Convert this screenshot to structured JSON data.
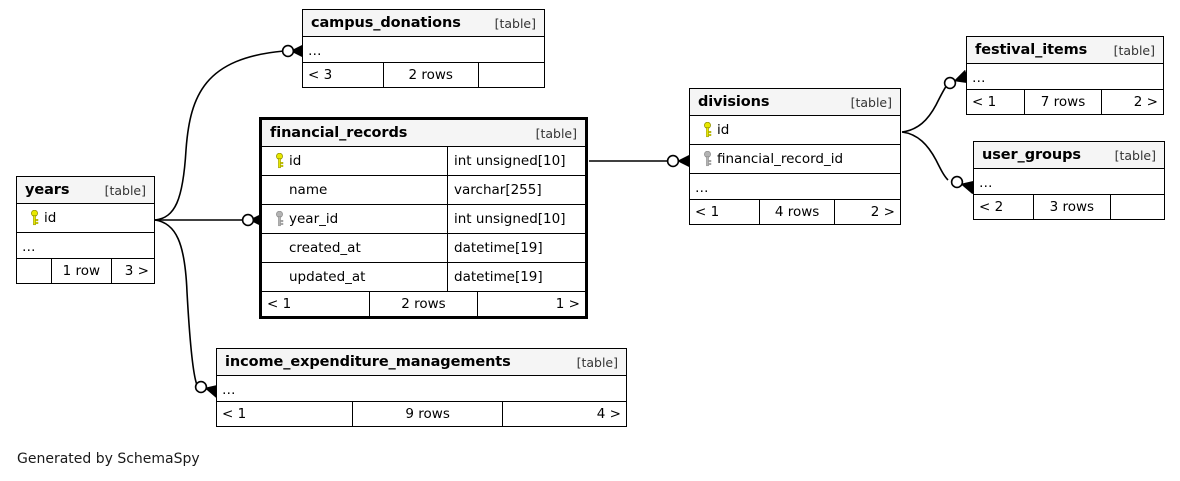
{
  "diagram": {
    "kind_label": "[table]",
    "ellipsis": "…",
    "caption": "Generated by SchemaSpy",
    "colors": {
      "primary_key": "#e8e800",
      "foreign_key": "#b3b3b3",
      "border": "#000000",
      "title_background": "#f5f5f5",
      "background": "#ffffff"
    }
  },
  "tables": {
    "campus_donations": {
      "name": "campus_donations",
      "kind": "[table]",
      "ellipsis": "…",
      "footer": {
        "left": "< 3",
        "middle": "2 rows",
        "right": ""
      }
    },
    "financial_records": {
      "name": "financial_records",
      "kind": "[table]",
      "columns": [
        {
          "key": "primary",
          "name": "id",
          "type": "int unsigned[10]"
        },
        {
          "key": "none",
          "name": "name",
          "type": "varchar[255]"
        },
        {
          "key": "foreign",
          "name": "year_id",
          "type": "int unsigned[10]"
        },
        {
          "key": "none",
          "name": "created_at",
          "type": "datetime[19]"
        },
        {
          "key": "none",
          "name": "updated_at",
          "type": "datetime[19]"
        }
      ],
      "footer": {
        "left": "< 1",
        "middle": "2 rows",
        "right": "1 >"
      }
    },
    "years": {
      "name": "years",
      "kind": "[table]",
      "columns": [
        {
          "key": "primary",
          "name": "id",
          "type": ""
        }
      ],
      "ellipsis": "…",
      "footer": {
        "left": "",
        "middle": "1 row",
        "right": "3 >"
      }
    },
    "divisions": {
      "name": "divisions",
      "kind": "[table]",
      "columns": [
        {
          "key": "primary",
          "name": "id",
          "type": ""
        },
        {
          "key": "foreign",
          "name": "financial_record_id",
          "type": ""
        }
      ],
      "ellipsis": "…",
      "footer": {
        "left": "< 1",
        "middle": "4 rows",
        "right": "2 >"
      }
    },
    "festival_items": {
      "name": "festival_items",
      "kind": "[table]",
      "ellipsis": "…",
      "footer": {
        "left": "< 1",
        "middle": "7 rows",
        "right": "2 >"
      }
    },
    "user_groups": {
      "name": "user_groups",
      "kind": "[table]",
      "ellipsis": "…",
      "footer": {
        "left": "< 2",
        "middle": "3 rows",
        "right": ""
      }
    },
    "income_expenditure_managements": {
      "name": "income_expenditure_managements",
      "kind": "[table]",
      "ellipsis": "…",
      "footer": {
        "left": "< 1",
        "middle": "9 rows",
        "right": "4 >"
      }
    }
  },
  "relationships": [
    {
      "from": "years",
      "to": "campus_donations"
    },
    {
      "from": "years",
      "to": "financial_records"
    },
    {
      "from": "years",
      "to": "income_expenditure_managements"
    },
    {
      "from": "financial_records",
      "to": "divisions"
    },
    {
      "from": "divisions",
      "to": "festival_items"
    },
    {
      "from": "divisions",
      "to": "user_groups"
    }
  ]
}
